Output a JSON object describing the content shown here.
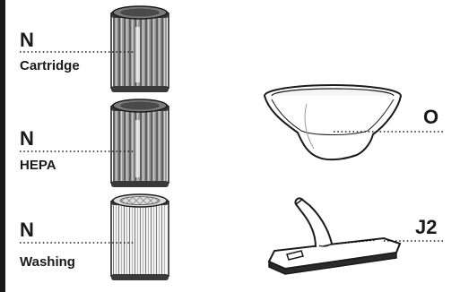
{
  "parts": [
    {
      "letter": "N",
      "name": "Cartridge"
    },
    {
      "letter": "N",
      "name": "HEPA"
    },
    {
      "letter": "N",
      "name": "Washing"
    },
    {
      "letter": "O",
      "name": ""
    },
    {
      "letter": "J2",
      "name": ""
    }
  ],
  "colors": {
    "ink": "#1a1a1a",
    "filter_pleat_dark": "#6d6d6d",
    "filter_pleat_light": "#c9c9c9"
  },
  "icons": [
    "cartridge-filter-icon",
    "hepa-filter-icon",
    "washing-filter-icon",
    "collection-bowl-icon",
    "floor-nozzle-icon"
  ]
}
